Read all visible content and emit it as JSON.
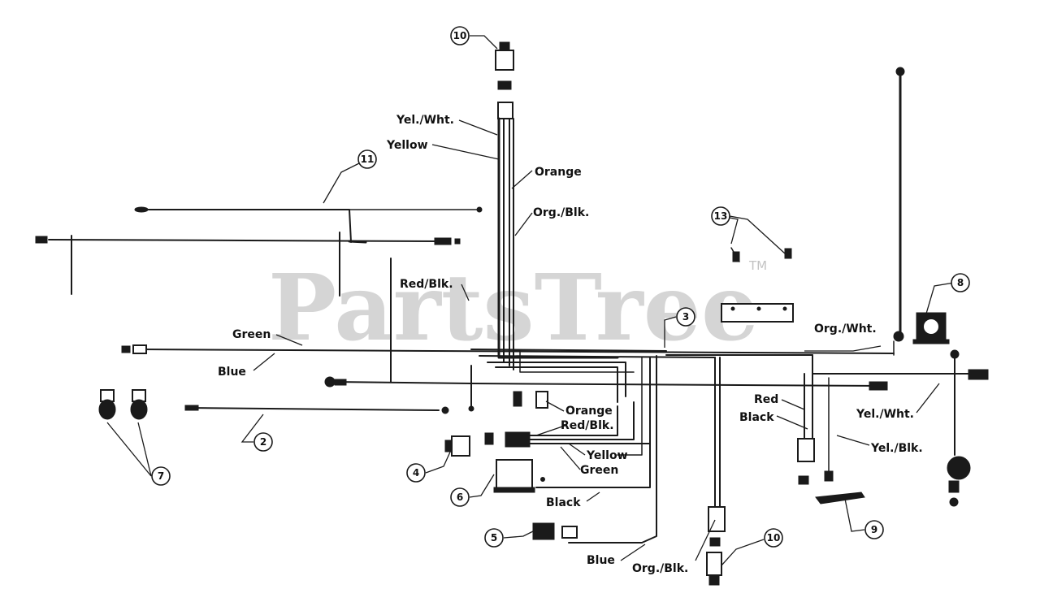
{
  "watermark": {
    "text": "PartsTree",
    "trademark": "TM"
  },
  "wire_labels": {
    "yel_wht_top": "Yel./Wht.",
    "yellow_top": "Yellow",
    "orange_top": "Orange",
    "org_blk_top": "Org./Blk.",
    "red_blk_left": "Red/Blk.",
    "green_left": "Green",
    "blue_left": "Blue",
    "org_wht_right": "Org./Wht.",
    "orange_mid": "Orange",
    "red_blk_mid": "Red/Blk.",
    "yellow_mid": "Yellow",
    "green_mid": "Green",
    "black_mid": "Black",
    "red_right": "Red",
    "black_right": "Black",
    "yel_wht_right": "Yel./Wht.",
    "yel_blk_right": "Yel./Blk.",
    "blue_bottom": "Blue",
    "org_blk_bottom": "Org./Blk."
  },
  "callouts": {
    "c10_top": "10",
    "c11": "11",
    "c13": "13",
    "c3": "3",
    "c8": "8",
    "c2": "2",
    "c7": "7",
    "c4": "4",
    "c6": "6",
    "c5": "5",
    "c9": "9",
    "c10_bottom": "10"
  }
}
